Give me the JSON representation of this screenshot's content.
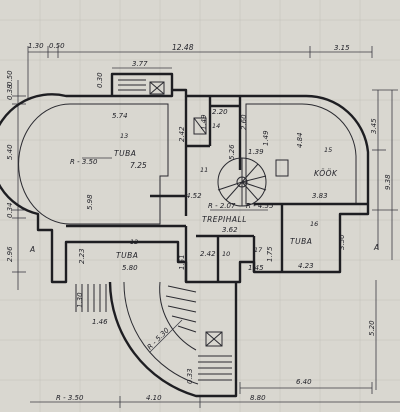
{
  "rooms": {
    "r13": {
      "number": "13",
      "name": "TUBA",
      "area": "7.25",
      "dim_top": "5.74",
      "dim_side": "5.98",
      "radius": "R - 3.50"
    },
    "r12": {
      "number": "12",
      "name": "TUBA",
      "dim_bottom": "5.80",
      "dim_side": "2.23"
    },
    "r14": {
      "number": "14",
      "dim_top": "2.20",
      "dim_side": "2.42",
      "dim_mid": "1.49"
    },
    "r11": {
      "number": "11",
      "dim_a": "5.26",
      "dim_b": "1.39",
      "dim_c": "4.52"
    },
    "r15": {
      "number": "15",
      "name": "KÖÖK",
      "dim_top": "2.60",
      "dim_side": "4.84",
      "dim_bottom": "3.83",
      "dim_extra": "1.49"
    },
    "r16": {
      "number": "16",
      "name": "TUBA",
      "dim_side": "3.50",
      "dim_bottom": "4.23"
    },
    "r10": {
      "number": "10",
      "dim": "2.42"
    },
    "r17": {
      "number": "17",
      "dim": "1.45",
      "dim_side": "1.75"
    },
    "hall": {
      "name": "TREPIHALL",
      "dim": "3.62",
      "radius_a": "R - 2.07",
      "radius_b": "R - 4.55"
    }
  },
  "dimensions": {
    "top": [
      "1.30",
      "0.50",
      "12.48",
      "3.15"
    ],
    "porch_top": "3.77",
    "porch_side": "0.30",
    "left": [
      "0.38",
      "0.50",
      "5.40",
      "0.34",
      "2.96"
    ],
    "right": [
      "3.45",
      "9.38"
    ],
    "lower_left": [
      "1.30",
      "1.46"
    ],
    "terrace_radius": "R - 5.30",
    "bottom_left_radius": "R - 3.50",
    "bottom": [
      "4.10",
      "8.80"
    ],
    "bottom_small": "0.33",
    "bottom_right": "6.40",
    "right_lower": "5.20",
    "wing_side": "1.51"
  },
  "section_marks": [
    "A",
    "A"
  ]
}
